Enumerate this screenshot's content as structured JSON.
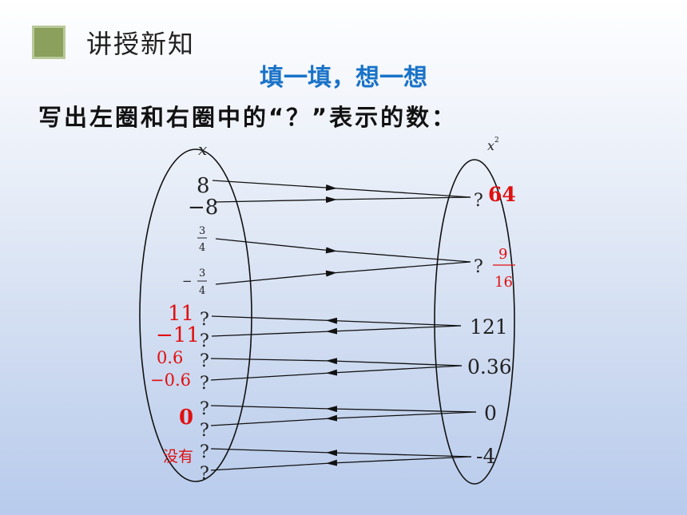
{
  "header": {
    "section_title": "讲授新知"
  },
  "subtitle": "填一填，想一想",
  "instruction": "写出左圈和右圈中的“？”表示的数：",
  "left_circle": {
    "label": "x",
    "items": [
      "8",
      "−8",
      "3",
      "4",
      "−",
      "3",
      "4",
      "?",
      "?",
      "?",
      "?",
      "?",
      "?",
      "?",
      "?"
    ],
    "answers": [
      "11",
      "−11",
      "0.6",
      "−0.6",
      "0",
      "没有"
    ]
  },
  "right_circle": {
    "label": "x",
    "label_sup": "2",
    "question": "?",
    "answers": [
      "64",
      "9",
      "16"
    ],
    "values": [
      "121",
      "0.36",
      "0",
      "-4"
    ]
  },
  "colors": {
    "accent_red": "#e01010",
    "title_blue": "#1a73c8",
    "icon_green": "#8aa05c"
  }
}
